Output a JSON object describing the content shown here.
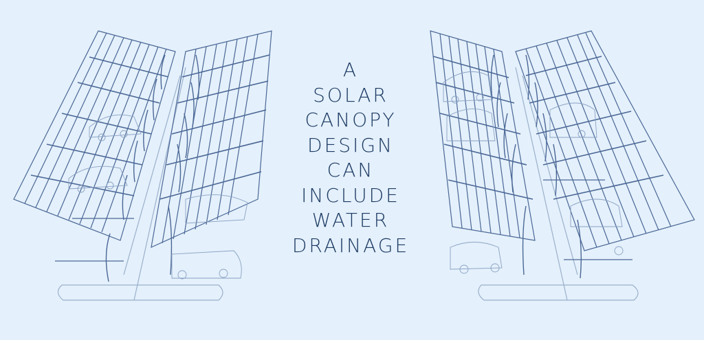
{
  "headline": {
    "lines": [
      "A",
      "SOLAR",
      "CANOPY",
      "DESIGN",
      "CAN",
      "INCLUDE",
      "WATER",
      "DRAINAGE"
    ]
  },
  "illustrations": {
    "left": "solar-canopy-line-drawing-left",
    "right": "solar-canopy-line-drawing-right"
  },
  "colors": {
    "background": "#e4f0fb",
    "text": "#1c3a63",
    "line": "#4a6796"
  }
}
